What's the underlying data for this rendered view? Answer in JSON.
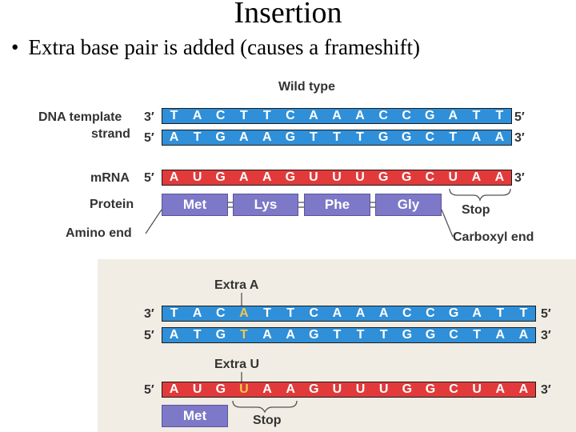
{
  "slide": {
    "title": "Insertion",
    "bullet": "Extra base pair is added (causes a frameshift)"
  },
  "wild": {
    "heading": "Wild type",
    "dna_template_label": "DNA template",
    "strand_label": "strand",
    "template_5": "5′",
    "template_3": "3′",
    "template_bases": [
      "T",
      "A",
      "C",
      "T",
      "T",
      "C",
      "A",
      "A",
      "A",
      "C",
      "C",
      "G",
      "A",
      "T",
      "T"
    ],
    "coding_5": "5′",
    "coding_3": "3′",
    "coding_bases": [
      "A",
      "T",
      "G",
      "A",
      "A",
      "G",
      "T",
      "T",
      "T",
      "G",
      "G",
      "C",
      "T",
      "A",
      "A"
    ],
    "mrna_label": "mRNA",
    "mrna_5": "5′",
    "mrna_3": "3′",
    "mrna_bases": [
      "A",
      "U",
      "G",
      "A",
      "A",
      "G",
      "U",
      "U",
      "U",
      "G",
      "G",
      "C",
      "U",
      "A",
      "A"
    ],
    "protein_label": "Protein",
    "amino_acids": [
      "Met",
      "Lys",
      "Phe",
      "Gly"
    ],
    "stop_label": "Stop",
    "amino_end_label": "Amino end",
    "carboxyl_end_label": "Carboxyl end"
  },
  "mutant": {
    "extra_a_label": "Extra A",
    "template_3": "3′",
    "template_5": "5′",
    "template_bases": [
      "T",
      "A",
      "C",
      "A",
      "T",
      "T",
      "C",
      "A",
      "A",
      "A",
      "C",
      "C",
      "G",
      "A",
      "T",
      "T"
    ],
    "coding_5": "5′",
    "coding_3": "3′",
    "coding_bases": [
      "A",
      "T",
      "G",
      "T",
      "A",
      "A",
      "G",
      "T",
      "T",
      "T",
      "G",
      "G",
      "C",
      "T",
      "A",
      "A"
    ],
    "extra_u_label": "Extra U",
    "mrna_5": "5′",
    "mrna_3": "3′",
    "mrna_bases": [
      "A",
      "U",
      "G",
      "U",
      "A",
      "A",
      "G",
      "U",
      "U",
      "U",
      "G",
      "G",
      "C",
      "U",
      "A",
      "A"
    ],
    "inserted_index": 3,
    "amino_acids": [
      "Met"
    ],
    "stop_label": "Stop"
  },
  "colors": {
    "dna": "#2f8fd8",
    "mrna": "#e23a3a",
    "protein": "#7d78c7",
    "insertion_highlight": "#f3c64d",
    "panel": "#f1ede4"
  }
}
